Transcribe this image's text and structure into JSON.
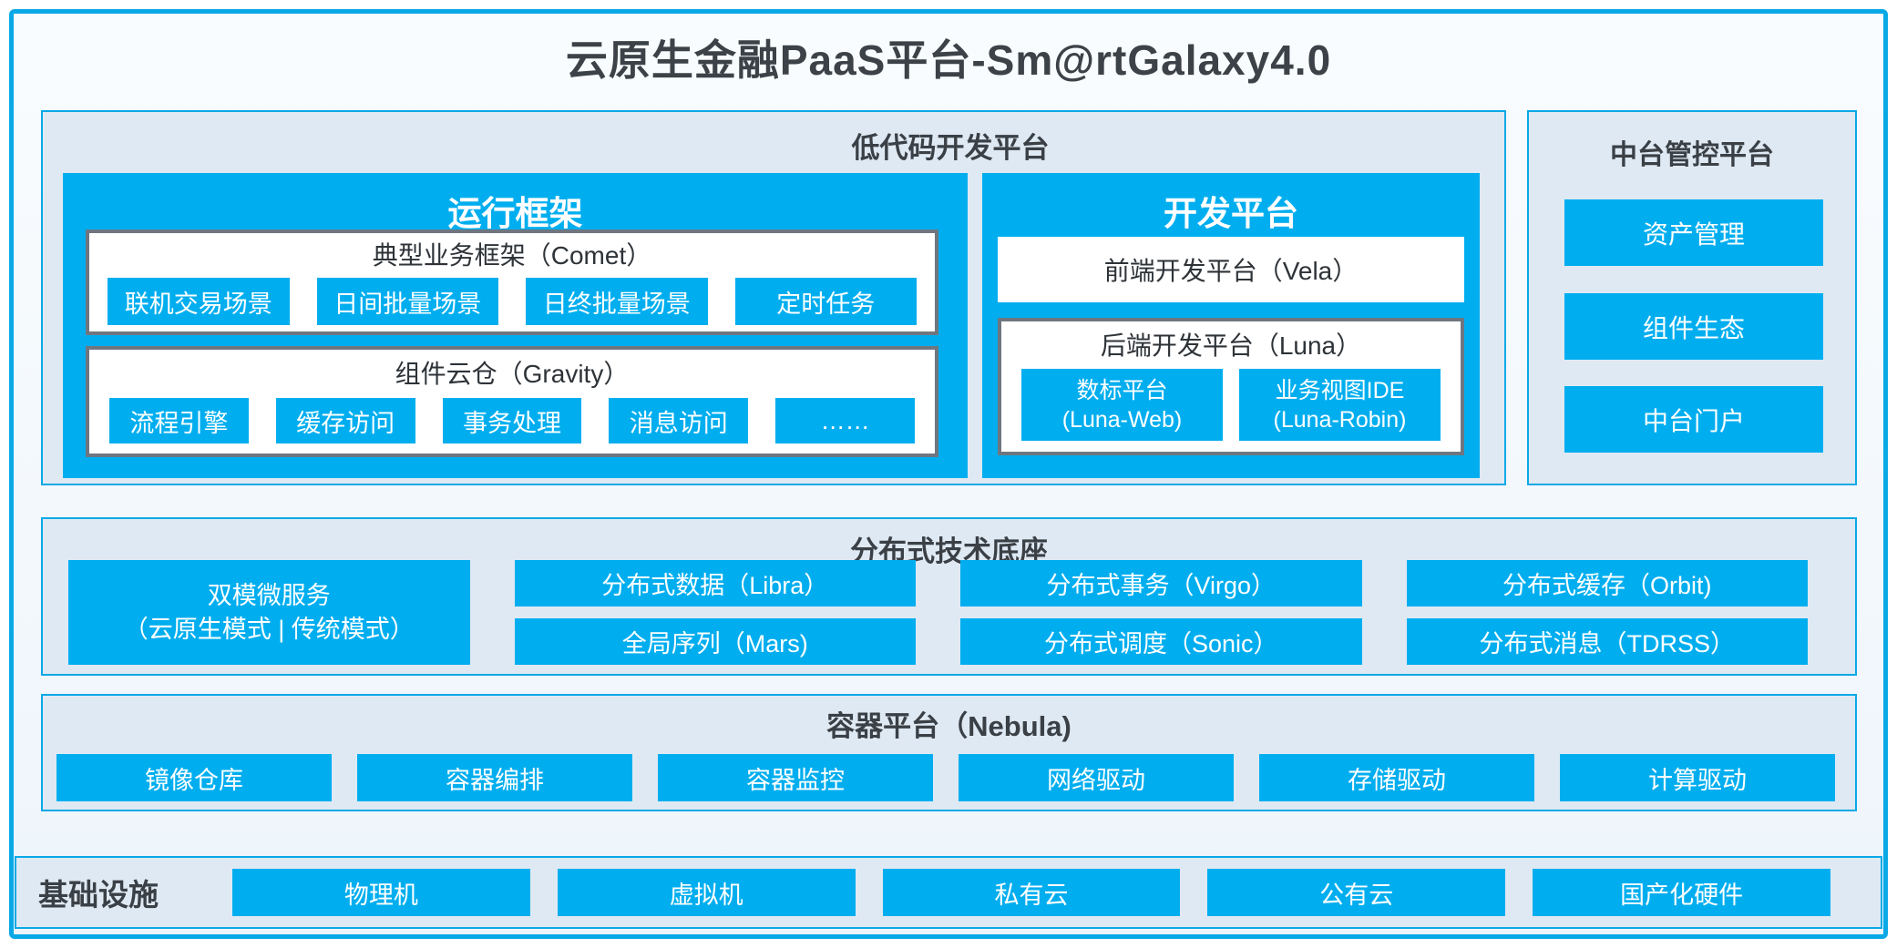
{
  "title": "云原生金融PaaS平台-Sm@rtGalaxy4.0",
  "colors": {
    "accent_blue": "#00aeef",
    "border_blue": "#0aa9e6",
    "panel_background": "#dfe9f3",
    "gray_border": "#6f7680",
    "dark_text": "#3a4046"
  },
  "low_code": {
    "label": "低代码开发平台",
    "runtime": {
      "title": "运行框架",
      "comet": {
        "title": "典型业务框架（Comet）",
        "chips": [
          "联机交易场景",
          "日间批量场景",
          "日终批量场景",
          "定时任务"
        ]
      },
      "gravity": {
        "title": "组件云仓（Gravity）",
        "chips": [
          "流程引擎",
          "缓存访问",
          "事务处理",
          "消息访问",
          "……"
        ]
      }
    },
    "dev": {
      "title": "开发平台",
      "vela_title": "前端开发平台（Vela）",
      "luna": {
        "title": "后端开发平台（Luna）",
        "chips": [
          {
            "line1": "数标平台",
            "line2": "(Luna-Web)"
          },
          {
            "line1": "业务视图IDE",
            "line2": "(Luna-Robin)"
          }
        ]
      }
    }
  },
  "mid_platform": {
    "label": "中台管控平台",
    "items": [
      "资产管理",
      "组件生态",
      "中台门户"
    ]
  },
  "distributed": {
    "label": "分布式技术底座",
    "dual": {
      "line1": "双模微服务",
      "line2": "（云原生模式 | 传统模式）"
    },
    "grid": [
      [
        "分布式数据（Libra）",
        "全局序列（Mars)"
      ],
      [
        "分布式事务（Virgo）",
        "分布式调度（Sonic）"
      ],
      [
        "分布式缓存（Orbit)",
        "分布式消息（TDRSS）"
      ]
    ]
  },
  "container_platform": {
    "label": "容器平台（Nebula)",
    "chips": [
      "镜像仓库",
      "容器编排",
      "容器监控",
      "网络驱动",
      "存储驱动",
      "计算驱动"
    ]
  },
  "infrastructure": {
    "label": "基础设施",
    "chips": [
      "物理机",
      "虚拟机",
      "私有云",
      "公有云",
      "国产化硬件"
    ]
  }
}
